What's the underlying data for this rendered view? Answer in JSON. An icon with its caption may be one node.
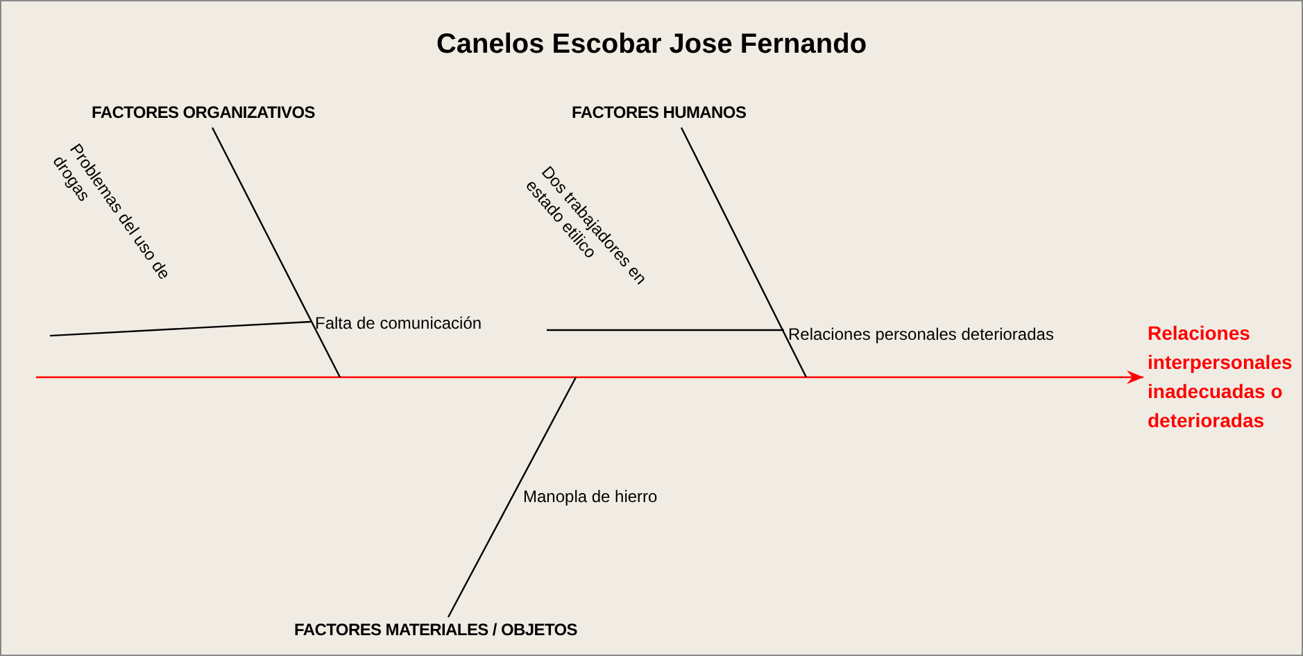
{
  "diagram": {
    "title": "Canelos Escobar  Jose Fernando",
    "nodes": [
      {
        "text": [
          "FACTORES ORGANIZATIVOS"
        ]
      },
      {
        "text": [
          "Falta de comunicación"
        ]
      },
      {
        "text": [
          "Problemas del uso de drogas"
        ]
      },
      {
        "text": [
          "FACTORES HUMANOS"
        ]
      },
      {
        "text": [
          "Relaciones personales deterioradas"
        ]
      },
      {
        "text": [
          "Dos trabajadores en estado etilico"
        ]
      },
      {
        "text": [
          "FACTORES MATERIALES / OBJETOS"
        ]
      },
      {
        "text": [
          "Manopla de hierro"
        ]
      },
      {
        "text": [
          "Relaciones interpersonales inadecuadas o deterioradas"
        ]
      }
    ],
    "edges": [
      {
        "from": null,
        "to": 8,
        "arrow": "to",
        "color": "#ff0000"
      },
      {
        "from": 0,
        "to": null,
        "arrow": "none"
      },
      {
        "from": 2,
        "to": 1,
        "arrow": "none"
      },
      {
        "from": 3,
        "to": null,
        "arrow": "none"
      },
      {
        "from": 5,
        "to": 4,
        "arrow": "none"
      },
      {
        "from": 6,
        "to": null,
        "arrow": "none"
      }
    ]
  }
}
